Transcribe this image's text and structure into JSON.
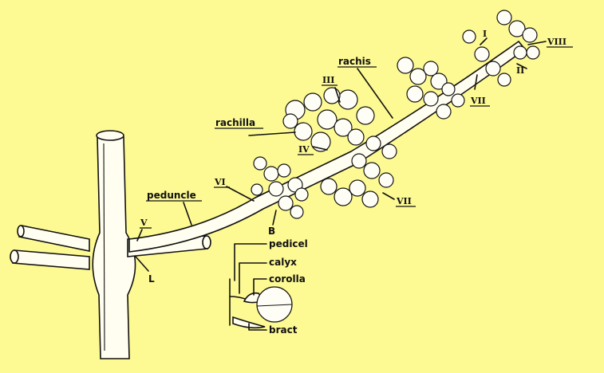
{
  "labels": {
    "rachis": "rachis",
    "rachilla": "rachilla",
    "peduncle": "peduncle",
    "pedicel": "pedicel",
    "calyx": "calyx",
    "corolla": "corolla",
    "bract": "bract",
    "b": "B",
    "l": "L",
    "i": "I",
    "ii": "II",
    "iii": "III",
    "iv": "IV",
    "v": "V",
    "vi": "VI",
    "vii_upper": "VII",
    "vii_lower": "VII",
    "viii": "VIII"
  },
  "colors": {
    "background": "#fdf993",
    "ink": "#111111",
    "fill": "#fffef0"
  }
}
